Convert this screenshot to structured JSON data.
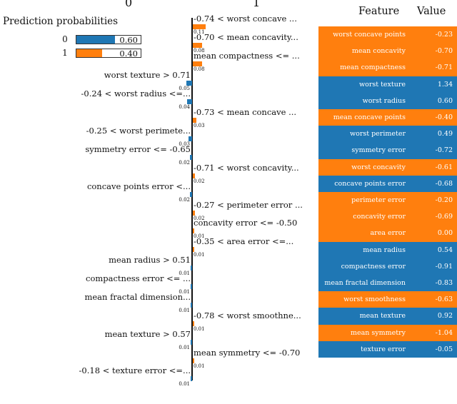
{
  "colors": {
    "class0": "#1f77b4",
    "class1": "#ff7f0e"
  },
  "class_headers": [
    "0",
    "1"
  ],
  "prediction": {
    "title": "Prediction probabilities",
    "rows": [
      {
        "label": "0",
        "value": 0.6,
        "display": "0.60"
      },
      {
        "label": "1",
        "value": 0.4,
        "display": "0.40"
      }
    ]
  },
  "chart_data": {
    "type": "bar",
    "xlim": [
      0,
      0.12
    ],
    "contributions": [
      {
        "label": "-0.74 < worst concave ...",
        "value": 0.11,
        "display": "0.11",
        "class": "1"
      },
      {
        "label": "-0.70 < mean concavity...",
        "value": 0.08,
        "display": "0.08",
        "class": "1"
      },
      {
        "label": "mean compactness <= ...",
        "value": 0.08,
        "display": "0.08",
        "class": "1"
      },
      {
        "label": "worst texture > 0.71",
        "value": 0.05,
        "display": "0.05",
        "class": "0"
      },
      {
        "label": "-0.24 < worst radius <=...",
        "value": 0.04,
        "display": "0.04",
        "class": "0"
      },
      {
        "label": "-0.73 < mean concave ...",
        "value": 0.03,
        "display": "0.03",
        "class": "1"
      },
      {
        "label": "-0.25 < worst perimete...",
        "value": 0.03,
        "display": "0.03",
        "class": "0"
      },
      {
        "label": "symmetry error <= -0.65",
        "value": 0.02,
        "display": "0.02",
        "class": "0"
      },
      {
        "label": "-0.71 < worst concavity...",
        "value": 0.02,
        "display": "0.02",
        "class": "1"
      },
      {
        "label": "concave points error <...",
        "value": 0.02,
        "display": "0.02",
        "class": "0"
      },
      {
        "label": "-0.27 < perimeter error ...",
        "value": 0.02,
        "display": "0.02",
        "class": "1"
      },
      {
        "label": "concavity error <= -0.50",
        "value": 0.01,
        "display": "0.01",
        "class": "1"
      },
      {
        "label": "-0.35 < area error <=...",
        "value": 0.01,
        "display": "0.01",
        "class": "1"
      },
      {
        "label": "mean radius > 0.51",
        "value": 0.01,
        "display": "0.01",
        "class": "0"
      },
      {
        "label": "compactness error <= ...",
        "value": 0.01,
        "display": "0.01",
        "class": "0"
      },
      {
        "label": "mean fractal dimension...",
        "value": 0.01,
        "display": "0.01",
        "class": "0"
      },
      {
        "label": "-0.78 < worst smoothne...",
        "value": 0.01,
        "display": "0.01",
        "class": "1"
      },
      {
        "label": "mean texture > 0.57",
        "value": 0.01,
        "display": "0.01",
        "class": "0"
      },
      {
        "label": "mean symmetry <= -0.70",
        "value": 0.01,
        "display": "0.01",
        "class": "1"
      },
      {
        "label": "-0.18 < texture error <=...",
        "value": 0.01,
        "display": "0.01",
        "class": "0"
      }
    ]
  },
  "table": {
    "headers": {
      "feature": "Feature",
      "value": "Value"
    },
    "rows": [
      {
        "feature": "worst concave points",
        "value": "-0.23",
        "class": "1"
      },
      {
        "feature": "mean concavity",
        "value": "-0.70",
        "class": "1"
      },
      {
        "feature": "mean compactness",
        "value": "-0.71",
        "class": "1"
      },
      {
        "feature": "worst texture",
        "value": "1.34",
        "class": "0"
      },
      {
        "feature": "worst radius",
        "value": "0.60",
        "class": "0"
      },
      {
        "feature": "mean concave points",
        "value": "-0.40",
        "class": "1"
      },
      {
        "feature": "worst perimeter",
        "value": "0.49",
        "class": "0"
      },
      {
        "feature": "symmetry error",
        "value": "-0.72",
        "class": "0"
      },
      {
        "feature": "worst concavity",
        "value": "-0.61",
        "class": "1"
      },
      {
        "feature": "concave points error",
        "value": "-0.68",
        "class": "0"
      },
      {
        "feature": "perimeter error",
        "value": "-0.20",
        "class": "1"
      },
      {
        "feature": "concavity error",
        "value": "-0.69",
        "class": "1"
      },
      {
        "feature": "area error",
        "value": "0.00",
        "class": "1"
      },
      {
        "feature": "mean radius",
        "value": "0.54",
        "class": "0"
      },
      {
        "feature": "compactness error",
        "value": "-0.91",
        "class": "0"
      },
      {
        "feature": "mean fractal dimension",
        "value": "-0.83",
        "class": "0"
      },
      {
        "feature": "worst smoothness",
        "value": "-0.63",
        "class": "1"
      },
      {
        "feature": "mean texture",
        "value": "0.92",
        "class": "0"
      },
      {
        "feature": "mean symmetry",
        "value": "-1.04",
        "class": "1"
      },
      {
        "feature": "texture error",
        "value": "-0.05",
        "class": "0"
      }
    ]
  }
}
